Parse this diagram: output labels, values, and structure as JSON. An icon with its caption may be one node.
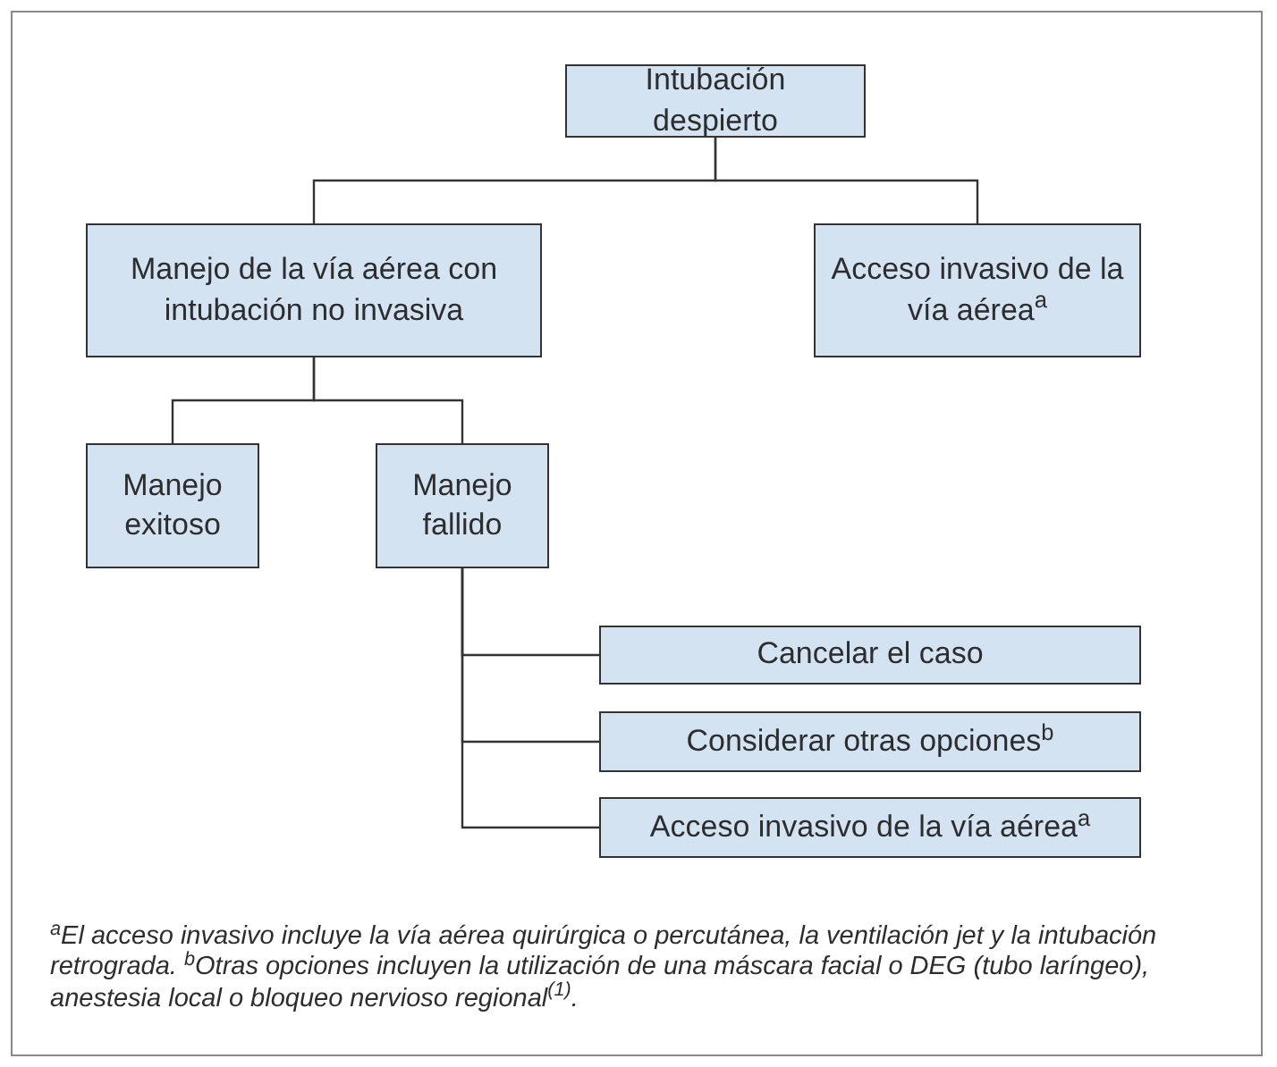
{
  "diagram": {
    "nodes": [
      {
        "text": [
          "Intubación despierto"
        ]
      },
      {
        "text": [
          "Manejo de la vía aérea con intubación no invasiva"
        ]
      },
      {
        "text": [
          "Acceso invasivo de la vía aérea$^{a}$"
        ]
      },
      {
        "text": [
          "Manejo exitoso"
        ]
      },
      {
        "text": [
          "Manejo fallido"
        ]
      },
      {
        "text": [
          "Cancelar el caso"
        ]
      },
      {
        "text": [
          "Considerar otras opciones$^{b}$"
        ]
      },
      {
        "text": [
          "Acceso invasivo de la vía aérea$^{a}$"
        ]
      }
    ],
    "edges": [
      {
        "from": 0,
        "to": 1,
        "arrow": "none"
      },
      {
        "from": 0,
        "to": 2,
        "arrow": "none"
      },
      {
        "from": 1,
        "to": 3,
        "arrow": "none"
      },
      {
        "from": 1,
        "to": 4,
        "arrow": "none"
      },
      {
        "from": 4,
        "to": 5,
        "arrow": "none"
      },
      {
        "from": 4,
        "to": 6,
        "arrow": "none"
      },
      {
        "from": 4,
        "to": 7,
        "arrow": "none"
      }
    ],
    "labels": [
      "$^{a}$El acceso invasivo incluye la vía aérea quirúrgica o percutánea, la ventilación jet y la intubación retrograda. $^{b}$Otras opciones incluyen la utilización de una máscara facial o DEG (tubo laríngeo), anestesia local o bloqueo nervioso regional$^{(1)}$."
    ]
  }
}
